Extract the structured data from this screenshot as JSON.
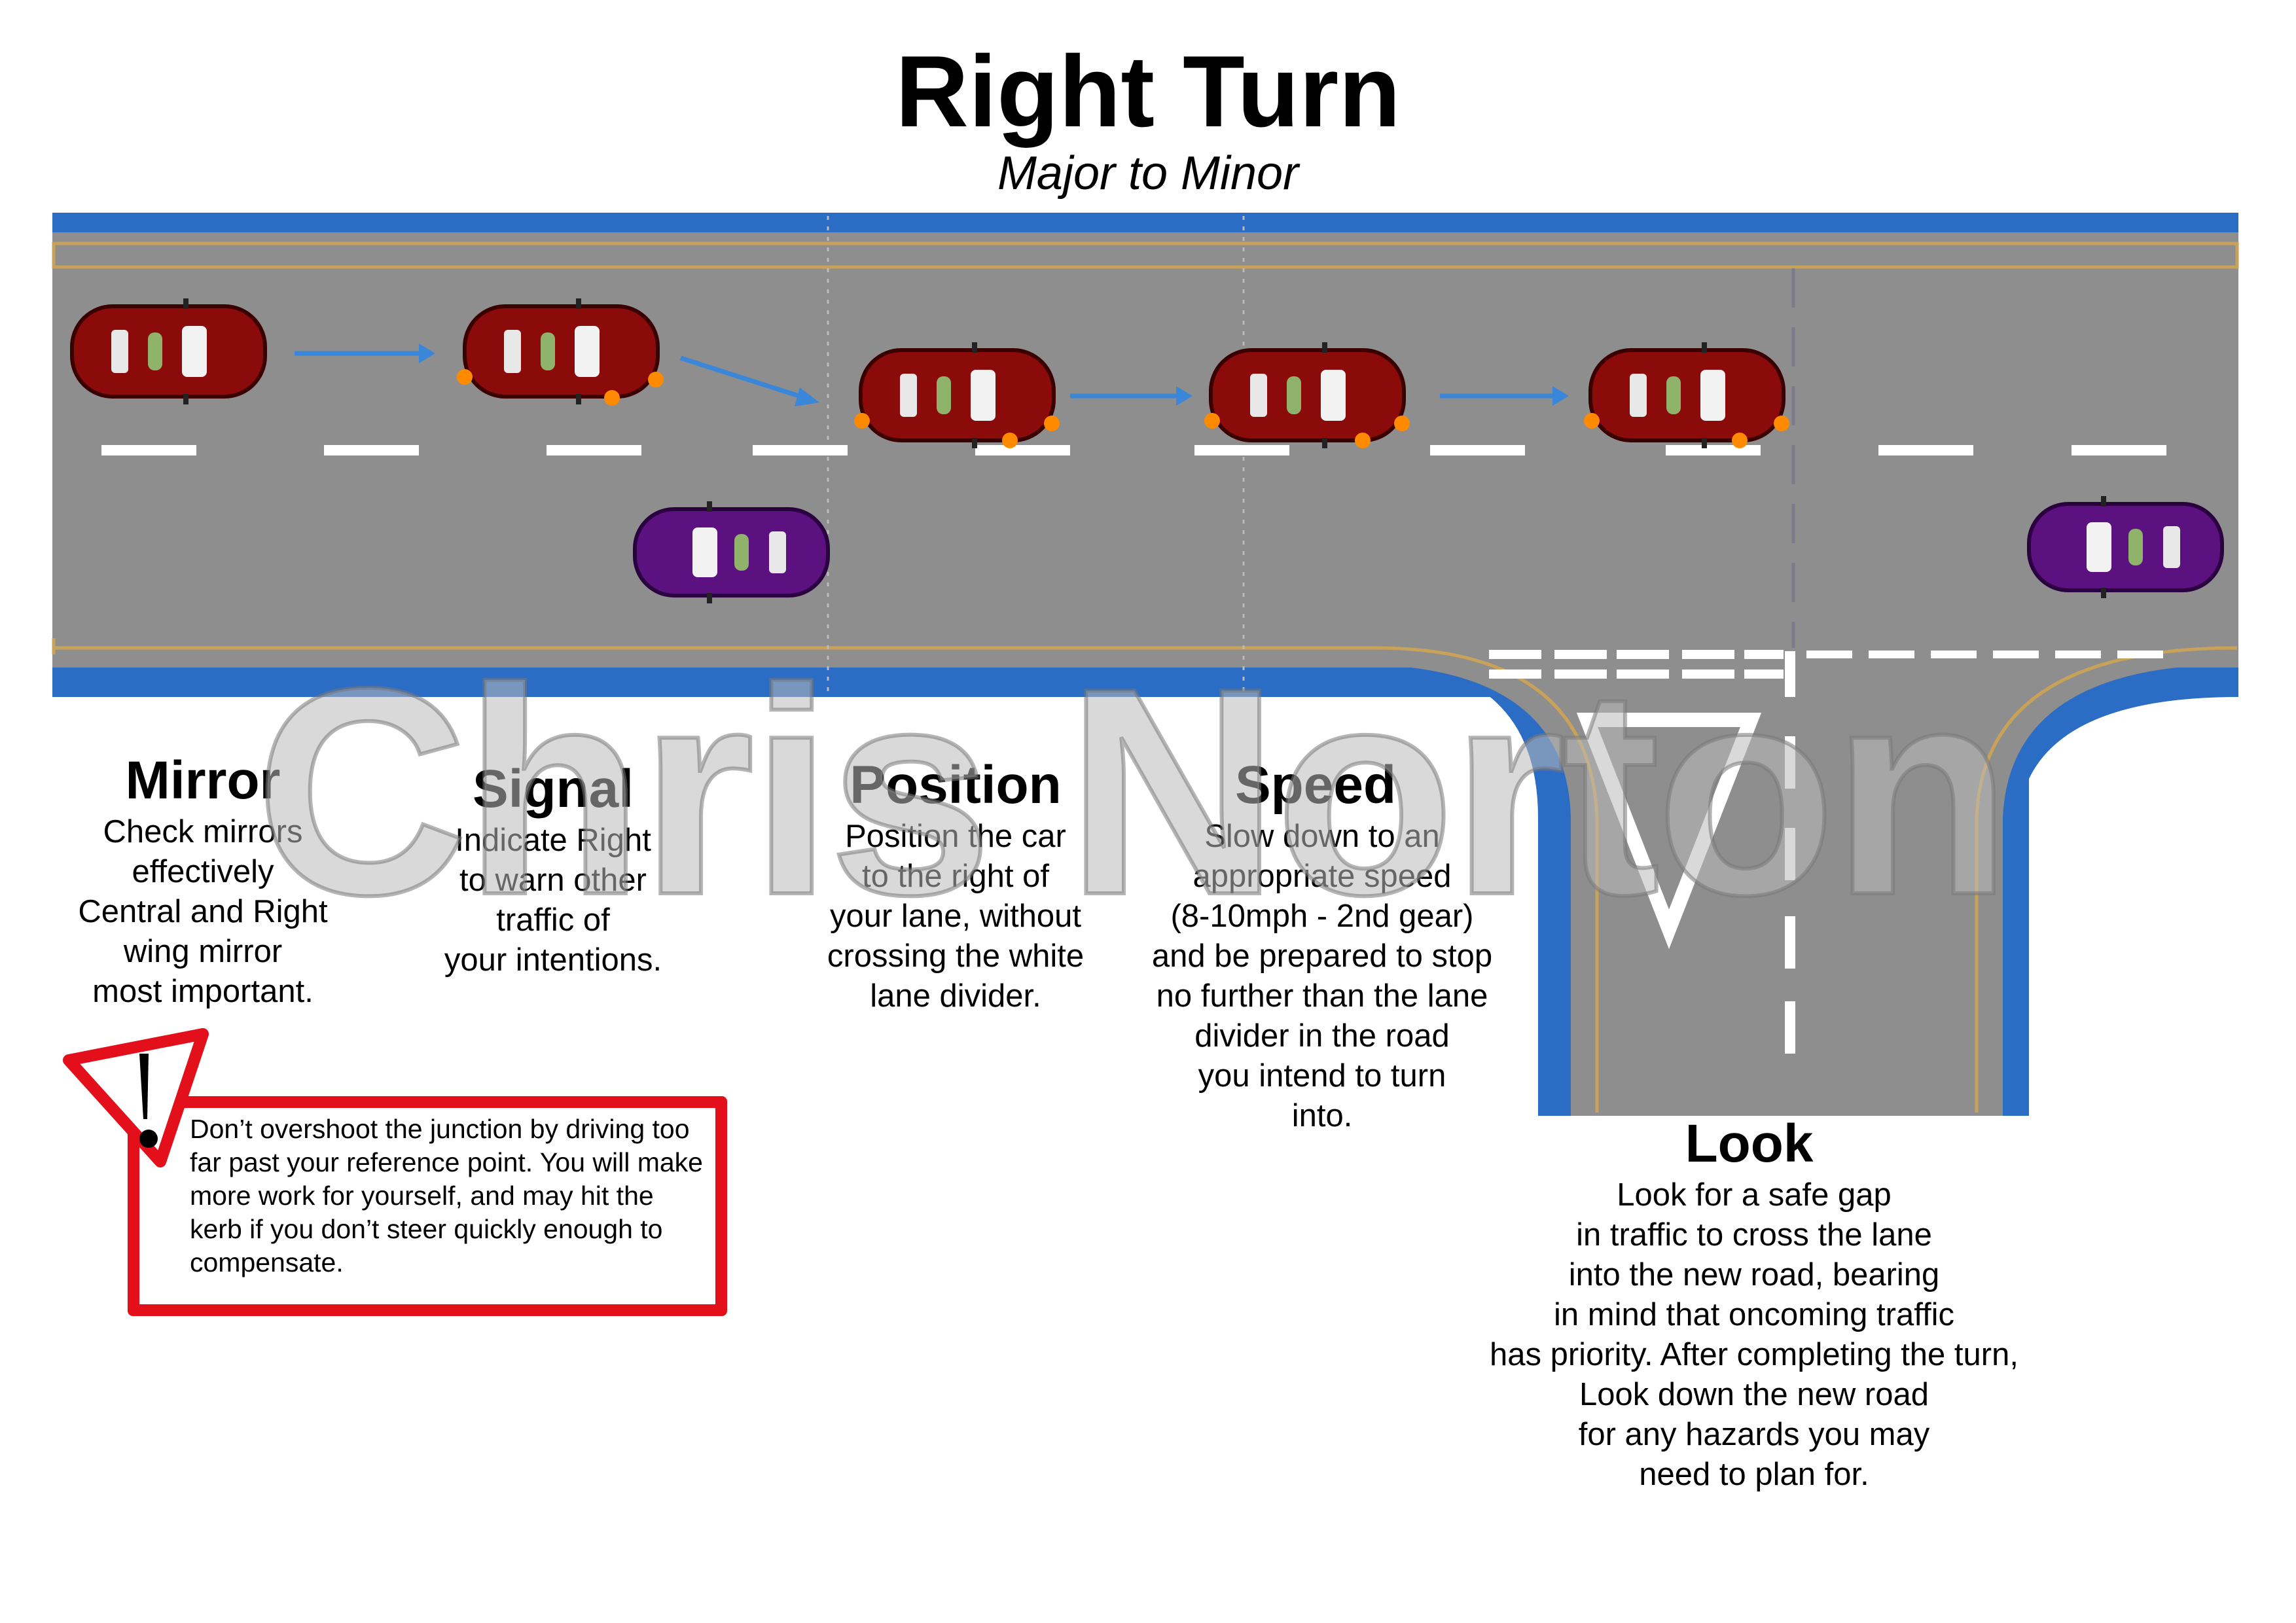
{
  "header": {
    "title": "Right Turn",
    "subtitle": "Major to Minor"
  },
  "watermark": "Chris Norton",
  "steps": [
    {
      "heading": "Mirror",
      "text": "Check mirrors\neffectively\nCentral and Right\nwing mirror\nmost important."
    },
    {
      "heading": "Signal",
      "text": "Indicate Right\nto warn other\ntraffic of\nyour intentions."
    },
    {
      "heading": "Position",
      "text": "Position the car\nto the right of\nyour lane, without\ncrossing the white\nlane divider."
    },
    {
      "heading": "Speed",
      "text": "Slow down to an\nappropriate speed\n(8-10mph - 2nd gear)\nand be prepared to stop\nno further than the lane\ndivider in the road\nyou intend to turn\ninto."
    },
    {
      "heading": "Look",
      "text": "Look for a safe gap\nin traffic to cross the lane\ninto the new road, bearing\nin mind that oncoming traffic\nhas priority. After completing the turn,\nLook down the new road\nfor any hazards you may\nneed to plan for."
    }
  ],
  "warning": {
    "icon": "exclamation-warning-icon",
    "text": "Don’t overshoot the junction by driving too far past your reference point. You will make more work for yourself, and may hit the kerb if you don’t steer quickly enough to compensate."
  },
  "colors": {
    "road": "#8e8e8e",
    "kerb": "#2b6cc4",
    "verge_line": "#c9a25a",
    "learner_car": "#8b0a0a",
    "oncoming_car": "#5b1280",
    "indicator": "#ff8a00",
    "arrow": "#3a86d8",
    "warning_red": "#e3101b"
  }
}
